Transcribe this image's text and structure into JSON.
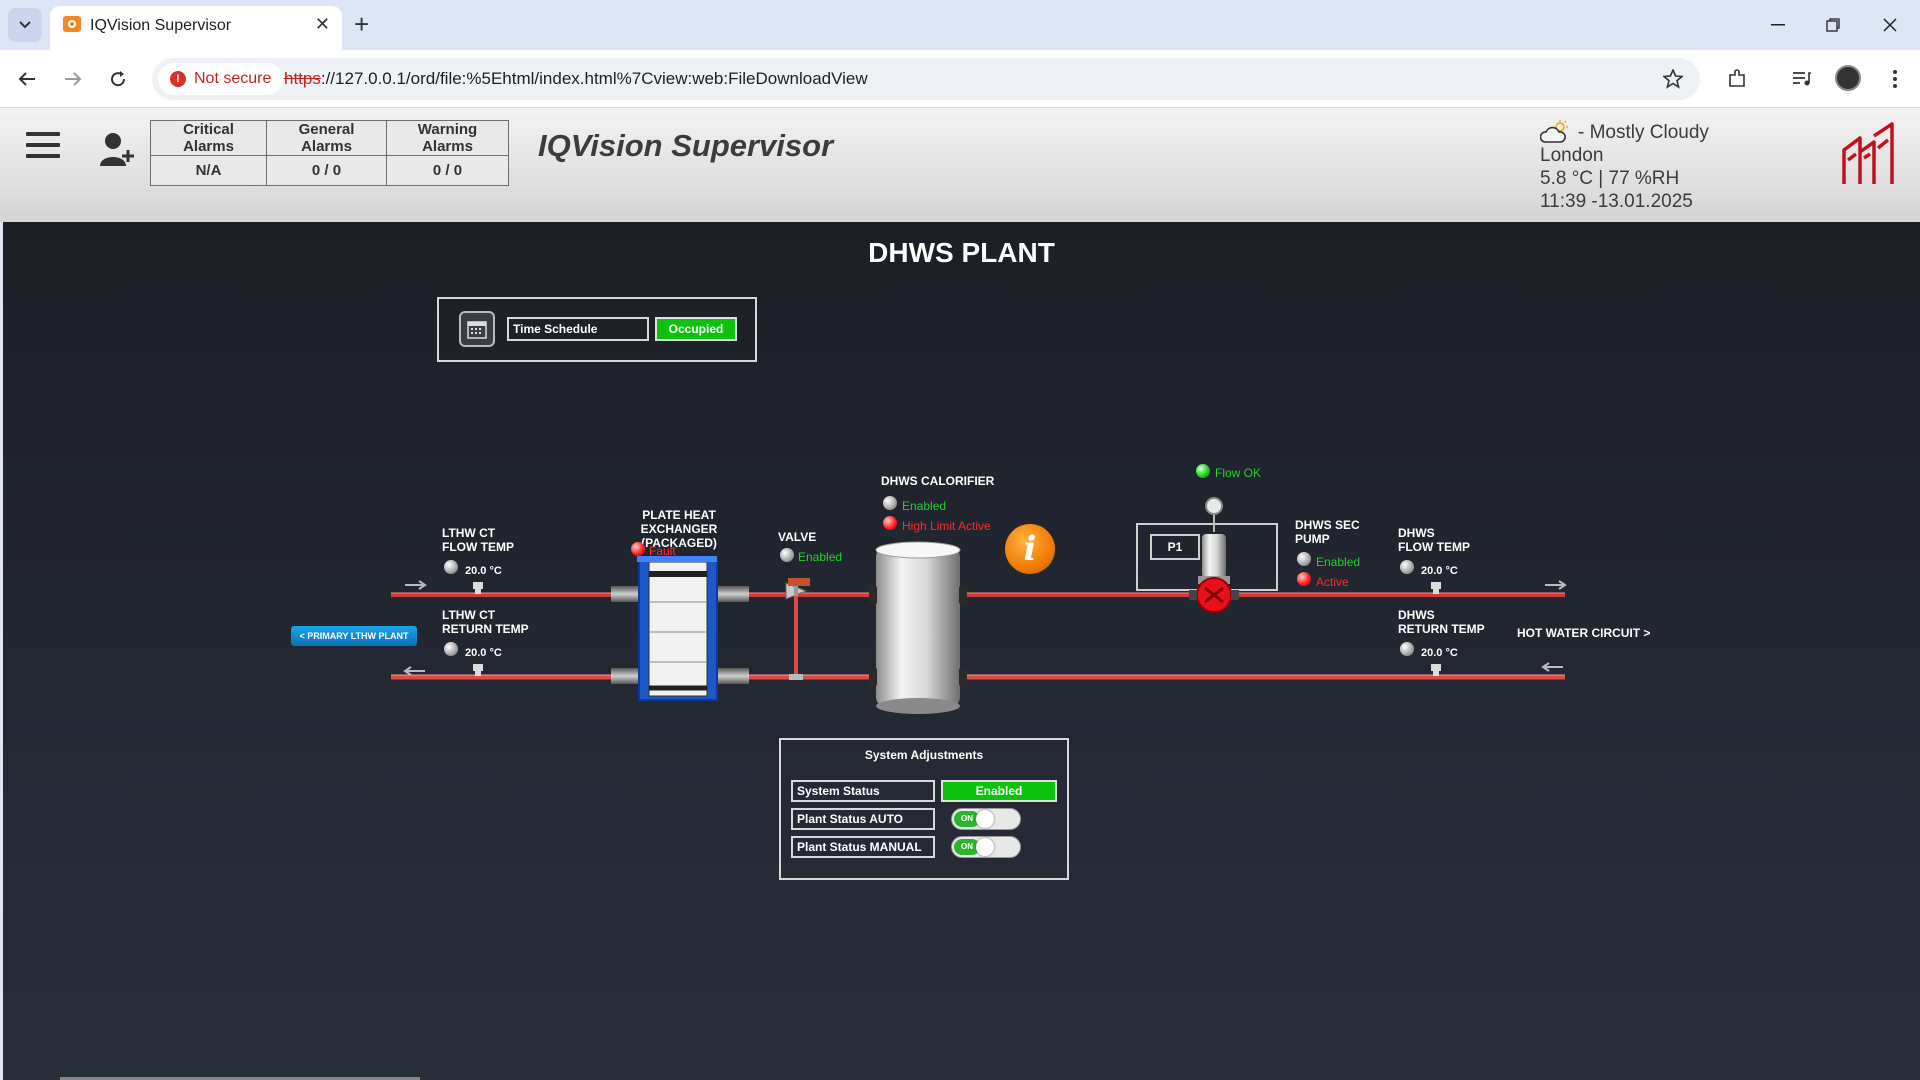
{
  "browser": {
    "tab_title": "IQVision Supervisor",
    "security_label": "Not secure",
    "url_scheme": "https",
    "url_rest": "://127.0.0.1/ord/file:%5Ehtml/index.html%7Cview:web:FileDownloadView"
  },
  "header": {
    "app_title": "IQVision Supervisor",
    "alarms": {
      "critical_label": "Critical Alarms",
      "critical_value": "N/A",
      "general_label": "General Alarms",
      "general_value": "0 / 0",
      "warning_label": "Warning Alarms",
      "warning_value": "0 / 0"
    },
    "weather": {
      "condition": "- Mostly Cloudy",
      "location": "London",
      "readings": "5.8 °C | 77 %RH",
      "datetime": "11:39 -13.01.2025"
    }
  },
  "plant": {
    "title": "DHWS PLANT",
    "schedule": {
      "label": "Time Schedule",
      "status": "Occupied"
    },
    "nav_primary": "< PRIMARY LTHW PLANT",
    "nav_hot_water": "HOT WATER CIRCUIT >",
    "lthw_flow": {
      "label1": "LTHW CT",
      "label2": "FLOW TEMP",
      "value": "20.0 °C"
    },
    "lthw_return": {
      "label1": "LTHW CT",
      "label2": "RETURN TEMP",
      "value": "20.0 °C"
    },
    "phe": {
      "label1": "PLATE HEAT",
      "label2": "EXCHANGER (PACKAGED)",
      "status": "Fault"
    },
    "valve": {
      "label": "VALVE",
      "status": "Enabled"
    },
    "calorifier": {
      "label": "DHWS CALORIFIER",
      "status1": "Enabled",
      "status2": "High Limit Active"
    },
    "flow_switch": {
      "status": "Flow OK"
    },
    "pump": {
      "name": "P1",
      "label1": "DHWS SEC",
      "label2": "PUMP",
      "status1": "Enabled",
      "status2": "Active"
    },
    "dhws_flow": {
      "label1": "DHWS",
      "label2": "FLOW TEMP",
      "value": "20.0 °C"
    },
    "dhws_return": {
      "label1": "DHWS",
      "label2": "RETURN TEMP",
      "value": "20.0 °C"
    },
    "adjustments": {
      "title": "System Adjustments",
      "system_status_label": "System Status",
      "system_status_value": "Enabled",
      "auto_label": "Plant Status AUTO",
      "manual_label": "Plant Status MANUAL",
      "toggle_on": "ON"
    }
  },
  "colors": {
    "accent_green": "#0ec10e",
    "alarm_red": "#ff2a2a",
    "pipe_red": "#e2443f",
    "nav_blue": "#0b6fb3",
    "info_orange": "#f07c00"
  },
  "icons": [
    "menu-icon",
    "user-login-icon",
    "weather-cloud-icon",
    "building-logo-icon",
    "calendar-icon",
    "info-icon"
  ]
}
